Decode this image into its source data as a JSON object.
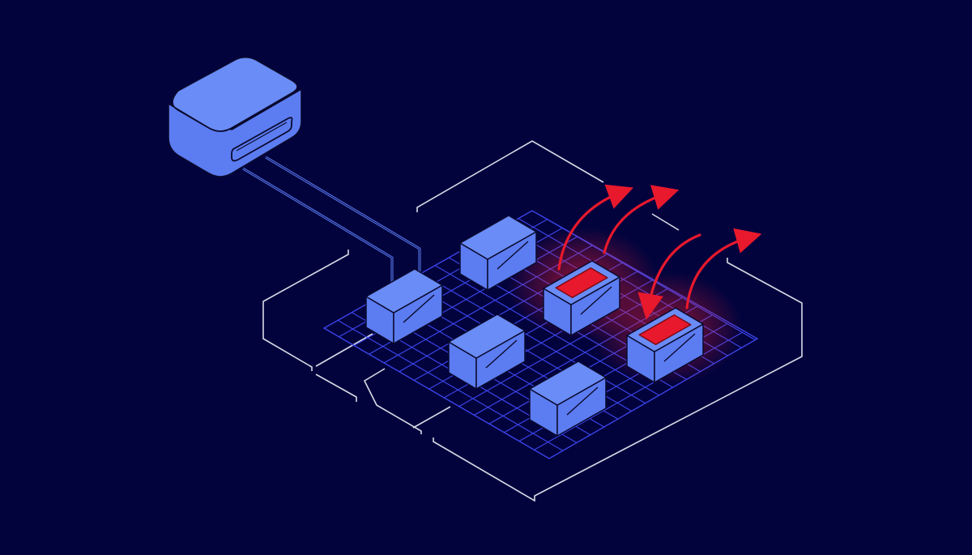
{
  "colors": {
    "background": "#02033d",
    "module_face": "#5c7cf1",
    "module_top": "#6a8cf6",
    "outline": "#0a0a2e",
    "grid": "#3a43e6",
    "boundary": "#d8dbe6",
    "cable": "#5c7cf1",
    "alert": "#e8192c",
    "alert_glow": "#ff2030"
  },
  "icons": {
    "controller": "controller-unit-icon",
    "module": "storage-module-icon",
    "alert_module": "alert-module-icon",
    "arrow": "curved-arrow-icon"
  },
  "modules": [
    {
      "name": "module-top",
      "state": "normal"
    },
    {
      "name": "module-left",
      "state": "normal"
    },
    {
      "name": "module-alert-1",
      "state": "alert"
    },
    {
      "name": "module-center",
      "state": "normal"
    },
    {
      "name": "module-alert-2",
      "state": "alert"
    },
    {
      "name": "module-bottom",
      "state": "normal"
    }
  ],
  "arrows": [
    {
      "name": "arrow-1",
      "direction": "up-right"
    },
    {
      "name": "arrow-2",
      "direction": "up-right"
    },
    {
      "name": "arrow-3",
      "direction": "down-left"
    },
    {
      "name": "arrow-4",
      "direction": "up-right"
    }
  ]
}
